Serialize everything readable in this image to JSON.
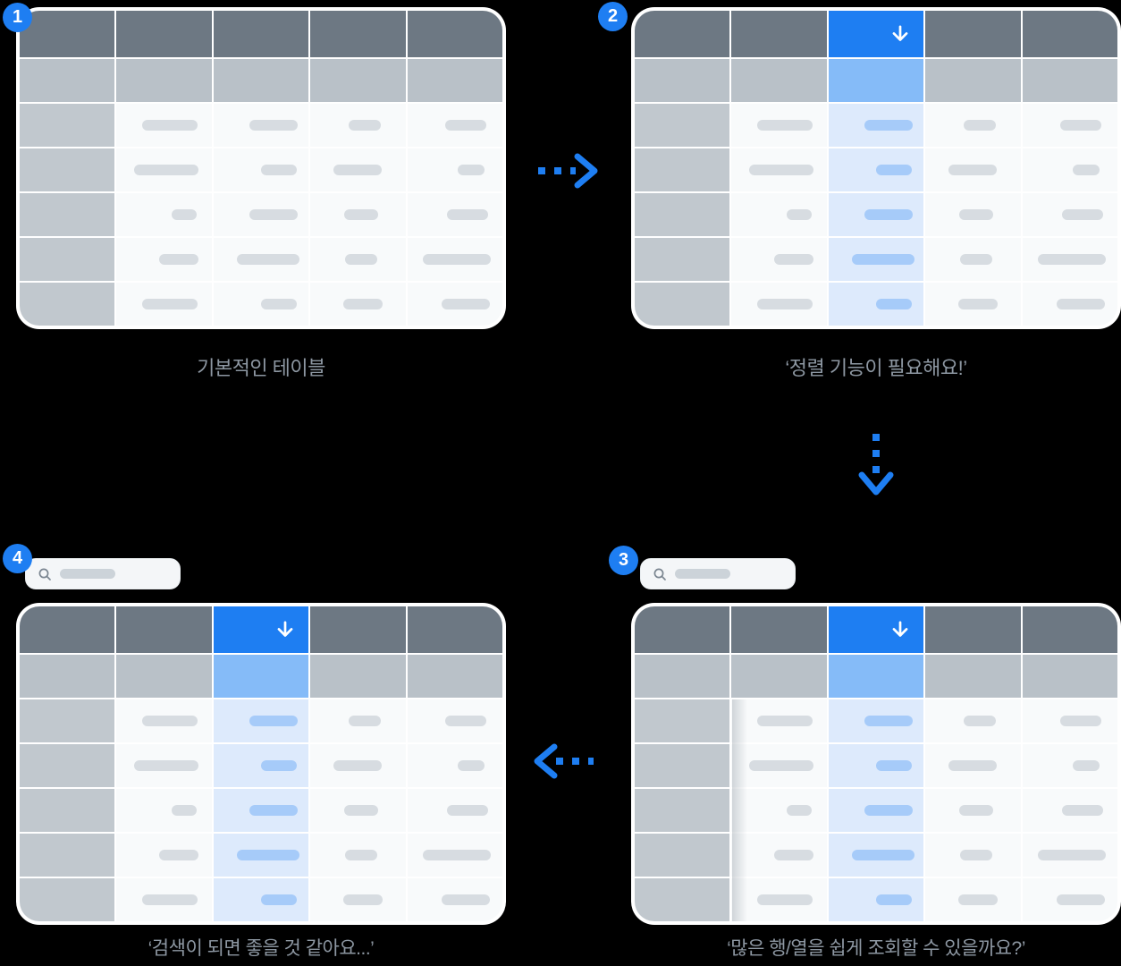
{
  "colors": {
    "background": "#000000",
    "accent": "#1e7ef2",
    "sorted_subheader": "#85bbf8",
    "sorted_cell_bg": "#ddeafc",
    "sorted_pill": "#a6cbf9",
    "header_dark": "#6d7883",
    "subheader_gray": "#b9c1c8",
    "row_header_gray": "#c1c8ce",
    "cell_bg": "#f8fafb",
    "pill_gray": "#d7dce1",
    "caption_text": "#8d97a2",
    "search_bg": "#f4f6f8",
    "search_border": "#e9edf0",
    "search_pill": "#ccd3d9",
    "search_icon": "#7b8691",
    "table_border": "#ffffff"
  },
  "table": {
    "columns": 5,
    "header_rows": 2,
    "body_rows": 5,
    "sorted_column_index": 2,
    "sort_icon": "arrow-down-icon",
    "pill_pattern": [
      [
        [
          62,
          6
        ],
        [
          54,
          14
        ],
        [
          36,
          8
        ],
        [
          46,
          12
        ]
      ],
      [
        [
          72,
          2
        ],
        [
          40,
          20
        ],
        [
          54,
          0
        ],
        [
          30,
          18
        ]
      ],
      [
        [
          28,
          22
        ],
        [
          54,
          14
        ],
        [
          38,
          4
        ],
        [
          46,
          14
        ]
      ],
      [
        [
          44,
          16
        ],
        [
          70,
          8
        ],
        [
          36,
          4
        ],
        [
          76,
          2
        ]
      ],
      [
        [
          62,
          6
        ],
        [
          40,
          20
        ],
        [
          44,
          6
        ],
        [
          54,
          12
        ]
      ]
    ]
  },
  "panels": [
    {
      "id": 1,
      "badge": "1",
      "caption": "기본적인 테이블",
      "sorted": false,
      "has_search": false,
      "frozen_shadow": false
    },
    {
      "id": 2,
      "badge": "2",
      "caption": "‘정렬 기능이 필요해요!’",
      "sorted": true,
      "has_search": false,
      "frozen_shadow": false
    },
    {
      "id": 3,
      "badge": "3",
      "caption": "‘많은 행/열을 쉽게 조회할 수 있을까요?’",
      "sorted": true,
      "has_search": true,
      "frozen_shadow": true
    },
    {
      "id": 4,
      "badge": "4",
      "caption": "‘검색이 되면 좋을 것 같아요...’",
      "sorted": true,
      "has_search": true,
      "frozen_shadow": false
    }
  ],
  "arrows": [
    {
      "name": "step1-to-step2",
      "direction": "right"
    },
    {
      "name": "step2-to-step3",
      "direction": "down"
    },
    {
      "name": "step3-to-step4",
      "direction": "left"
    }
  ]
}
